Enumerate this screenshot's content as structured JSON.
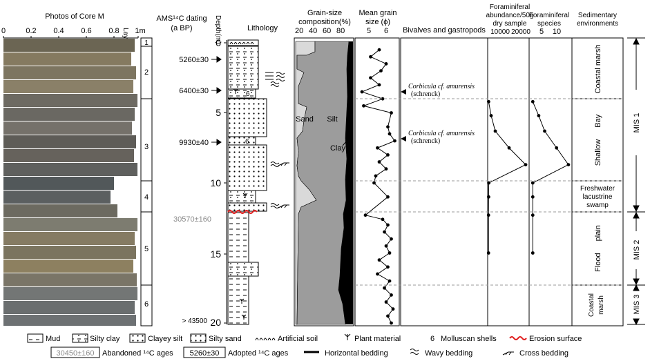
{
  "headers": {
    "photos": "Photos of Core M",
    "layers": "Layers",
    "ams": "AMS¹⁴C dating",
    "ams_unit": "(a BP)",
    "depth": "Depth(m)",
    "lithology": "Lithology",
    "grain_size": "Grain-size",
    "grain_size2": "composition(%)",
    "mean_grain": "Mean grain",
    "mean_grain2": "size (ϕ)",
    "bivalves": "Bivalves and gastropods",
    "foram_abund": "Foraminiferal",
    "foram_abund2": "abundance/50g",
    "foram_abund3": "dry sample",
    "foram_species": "Foraminiferal",
    "foram_species2": "species",
    "sed_env": "Sedimentary",
    "sed_env2": "environments"
  },
  "photo_axis": [
    "0",
    "0.2",
    "0.4",
    "0.6",
    "0.8",
    "1m"
  ],
  "grain_axis": [
    "20",
    "40",
    "60",
    "80"
  ],
  "mean_axis": [
    "5",
    "6"
  ],
  "abund_axis": [
    "10000",
    "20000"
  ],
  "species_axis": [
    "5",
    "10"
  ],
  "depth_ticks": [
    "0",
    "5",
    "10",
    "15",
    "20"
  ],
  "layers": [
    "1",
    "2",
    "3",
    "4",
    "5",
    "6"
  ],
  "dates": {
    "d1": "5260±30",
    "d2": "6400±30",
    "d3": "9930±40",
    "d4": "30570±160",
    "d5": "> 43500"
  },
  "grain_labels": {
    "sand": "Sand",
    "silt": "Silt",
    "clay": "Clay"
  },
  "bivalves": [
    {
      "species": "Corbicula cf. amurensis",
      "author": "(schrenck)"
    },
    {
      "species": "Corbicula cf. amurensis",
      "author": "(schrenck)"
    }
  ],
  "environments": {
    "coastal_marsh": [
      "Coastal",
      "marsh"
    ],
    "shallow_bay": [
      "Shallow",
      "Bay"
    ],
    "freshwater": [
      "Freshwater",
      "lacustrine",
      "swamp"
    ],
    "flood_plain": [
      "Flood",
      "plain"
    ],
    "coastal_marsh2": [
      "Coastal",
      "marsh"
    ]
  },
  "mis": [
    "MIS 1",
    "MIS 2",
    "MIS 3"
  ],
  "legend": {
    "mud": "Mud",
    "silty_clay": "Silty clay",
    "clayey_silt": "Clayey silt",
    "silty_sand": "Silty sand",
    "artificial_soil": "Artificial soil",
    "plant": "Plant material",
    "molluscan": "Molluscan shells",
    "erosion": "Erosion surface",
    "abandoned_example": "30450±160",
    "abandoned": "Abandoned ¹⁴C ages",
    "adopted_example": "5260±30",
    "adopted": "Adopted ¹⁴C ages",
    "horizontal": "Horizontal bedding",
    "wavy": "Wavy bedding",
    "cross": "Cross bedding"
  },
  "colors": {
    "sand": "#d9d9d9",
    "silt": "#9c9c9c",
    "clay": "#000000",
    "erosion": "#e02020",
    "abandoned": "#8a8a8a"
  },
  "chart_data": {
    "type": "line",
    "depth_axis_m": [
      0,
      20
    ],
    "mean_grain_size_phi": {
      "depth": [
        0.5,
        1,
        1.5,
        2,
        2.5,
        3,
        3.5,
        4,
        4.5,
        5,
        6,
        6.5,
        7,
        7.5,
        8,
        8.5,
        9,
        9.5,
        10,
        11,
        12.3,
        12.6,
        13,
        13.5,
        14,
        14.5,
        15,
        15.5,
        16,
        16.5,
        17,
        17.5,
        18,
        18.5,
        19,
        19.5,
        20
      ],
      "phi": [
        5.6,
        5.1,
        6.0,
        5.7,
        5.1,
        5.6,
        4.6,
        5.8,
        4.7,
        6.3,
        6.1,
        6.2,
        6.5,
        5.5,
        6.1,
        5.6,
        6.0,
        5.4,
        5.3,
        6.1,
        4.8,
        5.8,
        6.1,
        5.9,
        6.3,
        6.0,
        6.2,
        5.6,
        6.1,
        5.5,
        6.2,
        5.9,
        6.3,
        6.0,
        6.4,
        6.1,
        6.3
      ]
    },
    "foraminiferal_abundance": {
      "depth": [
        4.2,
        5.2,
        6.3,
        7.5,
        8.7,
        10,
        11,
        12.3,
        15
      ],
      "value": [
        200,
        2000,
        5000,
        15000,
        27000,
        300,
        200,
        100,
        100
      ]
    },
    "foraminiferal_species": {
      "depth": [
        4.2,
        5.2,
        6.3,
        7.5,
        8.7,
        10,
        11,
        12.3,
        15
      ],
      "value": [
        1,
        3,
        5,
        9,
        13,
        1,
        1,
        1,
        1
      ]
    }
  }
}
